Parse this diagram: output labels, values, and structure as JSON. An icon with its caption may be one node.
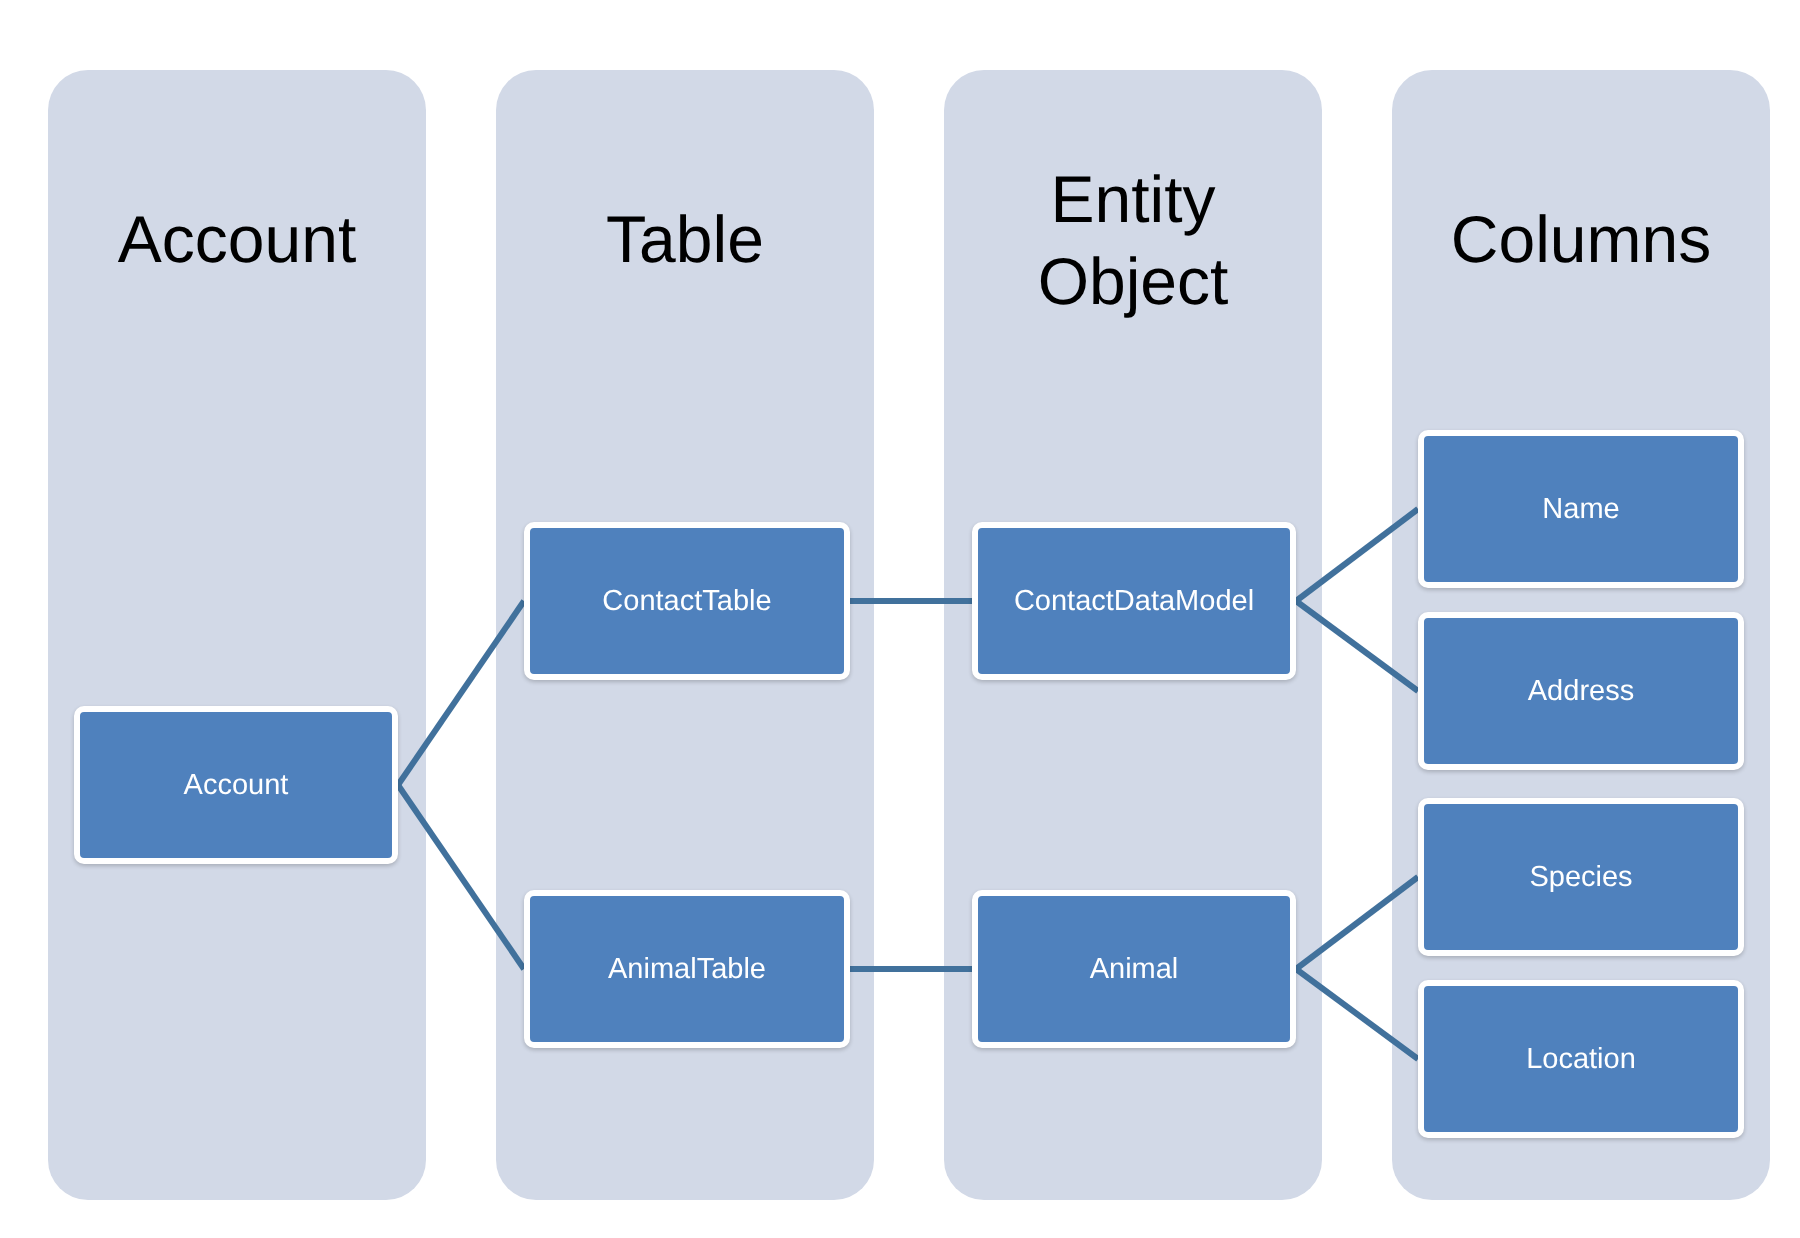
{
  "diagram": {
    "nodes": [
      {
        "text": [
          "Account"
        ]
      },
      {
        "text": [
          "Table"
        ]
      },
      {
        "text": [
          "Entity Object"
        ]
      },
      {
        "text": [
          "Columns"
        ]
      },
      {
        "text": [
          "Account"
        ],
        "in": 0
      },
      {
        "text": [
          "ContactTable"
        ],
        "in": 1
      },
      {
        "text": [
          "AnimalTable"
        ],
        "in": 1
      },
      {
        "text": [
          "ContactDataModel"
        ],
        "in": 2
      },
      {
        "text": [
          "Animal"
        ],
        "in": 2
      },
      {
        "text": [
          "Name"
        ],
        "in": 3
      },
      {
        "text": [
          "Address"
        ],
        "in": 3
      },
      {
        "text": [
          "Species"
        ],
        "in": 3
      },
      {
        "text": [
          "Location"
        ],
        "in": 3
      }
    ],
    "edges": [
      {
        "from": 4,
        "to": 5,
        "arrow": "none"
      },
      {
        "from": 4,
        "to": 6,
        "arrow": "none"
      },
      {
        "from": 5,
        "to": 7,
        "arrow": "none"
      },
      {
        "from": 6,
        "to": 8,
        "arrow": "none"
      },
      {
        "from": 7,
        "to": 9,
        "arrow": "none"
      },
      {
        "from": 7,
        "to": 10,
        "arrow": "none"
      },
      {
        "from": 8,
        "to": 11,
        "arrow": "none"
      },
      {
        "from": 8,
        "to": 12,
        "arrow": "none"
      }
    ]
  }
}
